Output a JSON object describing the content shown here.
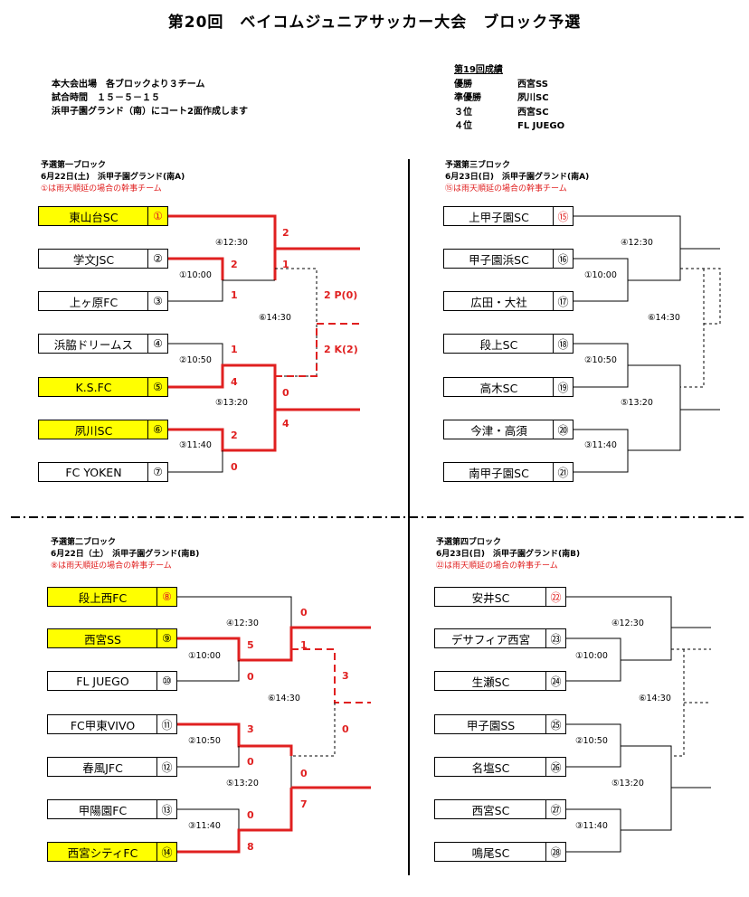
{
  "title": "第20回　ベイコムジュニアサッカー大会　ブロック予選",
  "info": {
    "line1": "本大会出場　各ブロックより３チーム",
    "line2": "試合時間　１５－５－１５",
    "line3": "浜甲子園グランド（南）にコート2面作成します"
  },
  "previous": {
    "title": "第19回成績",
    "results": [
      {
        "rank": "優勝",
        "team": "西宮SS"
      },
      {
        "rank": "準優勝",
        "team": "夙川SC"
      },
      {
        "rank": "３位",
        "team": "西宮SC"
      },
      {
        "rank": "４位",
        "team": "FL JUEGO"
      }
    ]
  },
  "blocks": [
    {
      "name": "予選第一ブロック",
      "date": "6月22日(土)　浜甲子園グランド(南A)",
      "note": "①は雨天順延の場合の幹事チーム",
      "teams": [
        {
          "name": "東山台SC",
          "no": "①",
          "yellow": true,
          "red_no": true
        },
        {
          "name": "学文JSC",
          "no": "②",
          "yellow": false,
          "red_no": false
        },
        {
          "name": "上ヶ原FC",
          "no": "③",
          "yellow": false,
          "red_no": false
        },
        {
          "name": "浜脇ドリームス",
          "no": "④",
          "yellow": false,
          "red_no": false
        },
        {
          "name": "K.S.FC",
          "no": "⑤",
          "yellow": true,
          "red_no": false
        },
        {
          "name": "夙川SC",
          "no": "⑥",
          "yellow": true,
          "red_no": false
        },
        {
          "name": "FC YOKEN",
          "no": "⑦",
          "yellow": false,
          "red_no": false
        }
      ],
      "matches": [
        "④12:30",
        "①10:00",
        "⑥14:30",
        "②10:50",
        "⑤13:20",
        "③11:40"
      ],
      "scores": [
        "2",
        "2",
        "1",
        "1",
        "2 P(0)",
        "1",
        "2 K(2)",
        "4",
        "0",
        "4",
        "2",
        "0"
      ]
    },
    {
      "name": "予選第三ブロック",
      "date": "6月23日(日)　浜甲子園グランド(南A)",
      "note": "⑮は雨天順延の場合の幹事チーム",
      "teams": [
        {
          "name": "上甲子園SC",
          "no": "⑮",
          "yellow": false,
          "red_no": true
        },
        {
          "name": "甲子園浜SC",
          "no": "⑯",
          "yellow": false,
          "red_no": false
        },
        {
          "name": "広田・大社",
          "no": "⑰",
          "yellow": false,
          "red_no": false
        },
        {
          "name": "段上SC",
          "no": "⑱",
          "yellow": false,
          "red_no": false
        },
        {
          "name": "高木SC",
          "no": "⑲",
          "yellow": false,
          "red_no": false
        },
        {
          "name": "今津・高須",
          "no": "⑳",
          "yellow": false,
          "red_no": false
        },
        {
          "name": "南甲子園SC",
          "no": "㉑",
          "yellow": false,
          "red_no": false
        }
      ],
      "matches": [
        "④12:30",
        "①10:00",
        "⑥14:30",
        "②10:50",
        "⑤13:20",
        "③11:40"
      ]
    },
    {
      "name": "予選第二ブロック",
      "date": "6月22日（土）　浜甲子園グランド(南B)",
      "note": "⑧は雨天順延の場合の幹事チーム",
      "teams": [
        {
          "name": "段上西FC",
          "no": "⑧",
          "yellow": true,
          "red_no": true
        },
        {
          "name": "西宮SS",
          "no": "⑨",
          "yellow": true,
          "red_no": false
        },
        {
          "name": "FL JUEGO",
          "no": "⑩",
          "yellow": false,
          "red_no": false
        },
        {
          "name": "FC甲東VIVO",
          "no": "⑪",
          "yellow": false,
          "red_no": false
        },
        {
          "name": "春風JFC",
          "no": "⑫",
          "yellow": false,
          "red_no": false
        },
        {
          "name": "甲陽園FC",
          "no": "⑬",
          "yellow": false,
          "red_no": false
        },
        {
          "name": "西宮シティFC",
          "no": "⑭",
          "yellow": true,
          "red_no": false
        }
      ],
      "matches": [
        "④12:30",
        "①10:00",
        "⑥14:30",
        "②10:50",
        "⑤13:20",
        "③11:40"
      ],
      "scores": [
        "0",
        "5",
        "1",
        "0",
        "3",
        "0",
        "3",
        "0",
        "0",
        "7",
        "0",
        "8"
      ]
    },
    {
      "name": "予選第四ブロック",
      "date": "6月23日(日)　浜甲子園グランド(南B)",
      "note": "㉒は雨天順延の場合の幹事チーム",
      "teams": [
        {
          "name": "安井SC",
          "no": "㉒",
          "yellow": false,
          "red_no": true
        },
        {
          "name": "デサフィア西宮",
          "no": "㉓",
          "yellow": false,
          "red_no": false
        },
        {
          "name": "生瀬SC",
          "no": "㉔",
          "yellow": false,
          "red_no": false
        },
        {
          "name": "甲子園SS",
          "no": "㉕",
          "yellow": false,
          "red_no": false
        },
        {
          "name": "名塩SC",
          "no": "㉖",
          "yellow": false,
          "red_no": false
        },
        {
          "name": "西宮SC",
          "no": "㉗",
          "yellow": false,
          "red_no": false
        },
        {
          "name": "鳴尾SC",
          "no": "㉘",
          "yellow": false,
          "red_no": false
        }
      ],
      "matches": [
        "④12:30",
        "①10:00",
        "⑥14:30",
        "②10:50",
        "⑤13:20",
        "③11:40"
      ]
    }
  ]
}
